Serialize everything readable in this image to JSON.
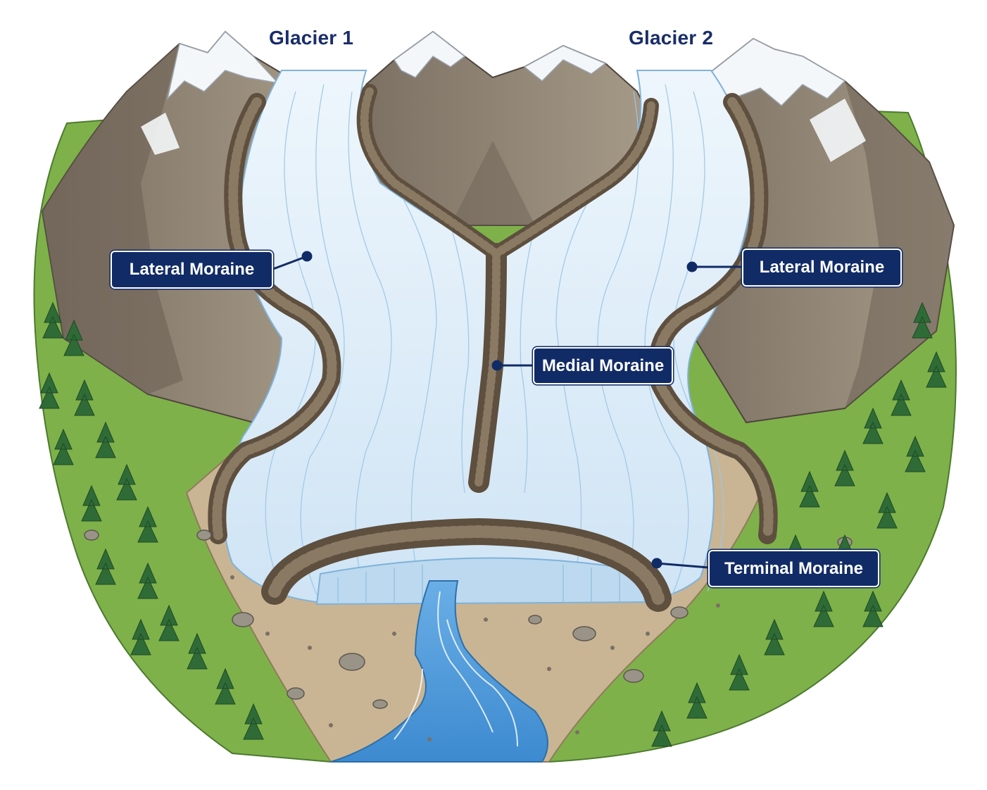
{
  "titles": {
    "glacier1": "Glacier 1",
    "glacier2": "Glacier 2"
  },
  "labels": {
    "lateral_left": "Lateral Moraine",
    "lateral_right": "Lateral Moraine",
    "medial": "Medial Moraine",
    "terminal": "Terminal Moraine"
  },
  "colors": {
    "label_bg": "#112b66",
    "title_text": "#1a2d6b",
    "ice": "#dcecf8",
    "ice_shadow": "#a9cde9",
    "moraine": "#6f5e4b",
    "rock": "#8a8276",
    "snow": "#f4f7fa",
    "grass": "#7fb14a",
    "tree": "#2f6b36",
    "outwash": "#c9b594",
    "river": "#4e98d6"
  }
}
